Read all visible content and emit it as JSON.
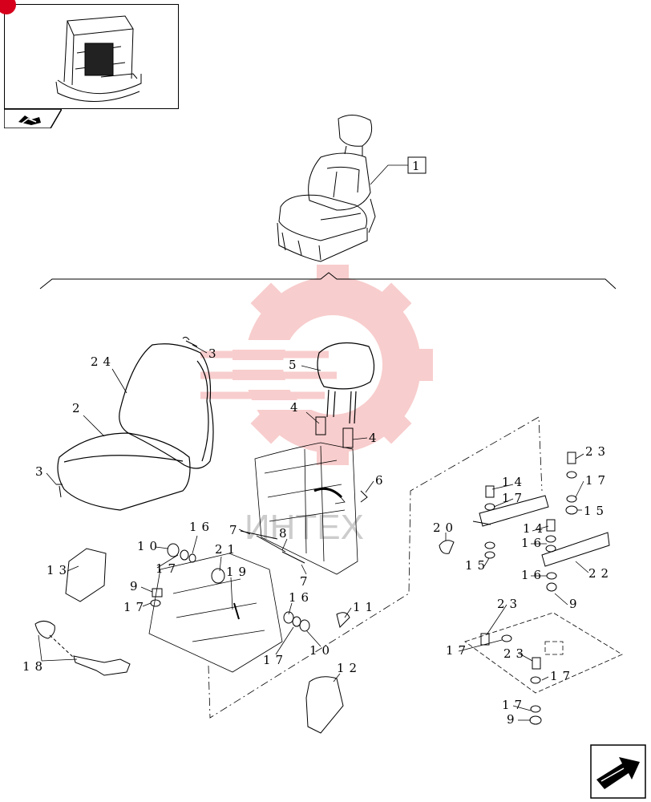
{
  "diagram": {
    "callouts": {
      "c1": "1",
      "c2": "2",
      "c3a": "3",
      "c3b": "3",
      "c4a": "4",
      "c4b": "4",
      "c5": "5",
      "c6": "6",
      "c7a": "7",
      "c7b": "7",
      "c8": "8",
      "c9a": "9",
      "c9b": "9",
      "c9c": "9",
      "c10a": "10",
      "c10b": "10",
      "c11": "11",
      "c12": "12",
      "c13": "13",
      "c14a": "14",
      "c14b": "14",
      "c15a": "15",
      "c15b": "15",
      "c16a": "16",
      "c16b": "16",
      "c16c": "16",
      "c16d": "16",
      "c17a": "17",
      "c17b": "17",
      "c17c": "17",
      "c17d": "17",
      "c17e": "17",
      "c17f": "17",
      "c17g": "17",
      "c17h": "17",
      "c18": "18",
      "c19": "19",
      "c20": "20",
      "c21": "21",
      "c22": "22",
      "c23a": "23",
      "c23b": "23",
      "c23c": "23",
      "c24": "24"
    },
    "watermark_text": "ИНТЕХ",
    "colors": {
      "line": "#000000",
      "watermark": "#f4a6a6",
      "badge": "#d6001c"
    },
    "icons": {
      "thumbnail_tab": "book-icon",
      "nav": "next-page-arrow-icon"
    }
  }
}
